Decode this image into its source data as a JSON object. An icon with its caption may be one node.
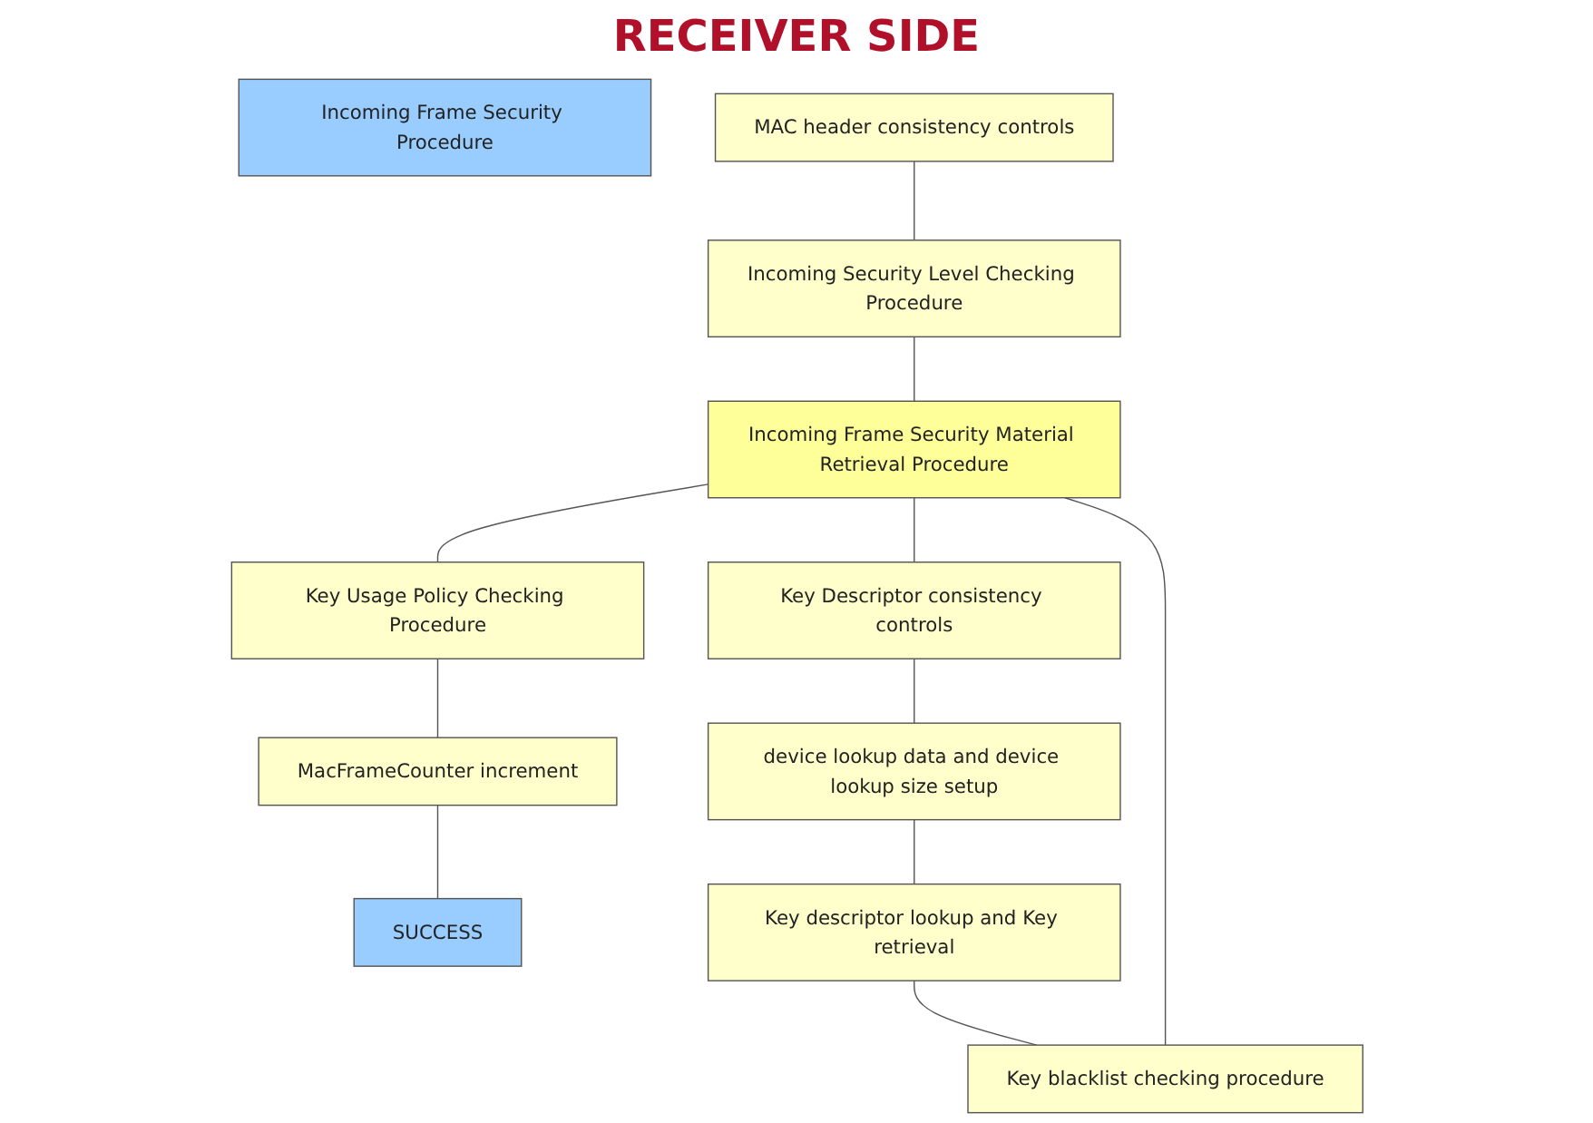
{
  "diagram": {
    "title": "RECEIVER SIDE",
    "nodes": [
      {
        "text": [
          "Incoming Frame Security Procedure"
        ]
      },
      {
        "text": [
          "MAC header consistency controls"
        ]
      },
      {
        "text": [
          "Incoming Security Level Checking Procedure"
        ]
      },
      {
        "text": [
          "Incoming Frame Security Material Retrieval Procedure"
        ]
      },
      {
        "text": [
          "Key Usage Policy Checking Procedure"
        ]
      },
      {
        "text": [
          "MacFrameCounter increment"
        ]
      },
      {
        "text": [
          "SUCCESS"
        ]
      },
      {
        "text": [
          "Key Descriptor consistency controls"
        ]
      },
      {
        "text": [
          "device lookup data and device lookup size setup"
        ]
      },
      {
        "text": [
          "Key descriptor lookup and Key retrieval"
        ]
      },
      {
        "text": [
          "Key blacklist checking procedure"
        ]
      }
    ],
    "edges": [
      {
        "from": 1,
        "to": 2,
        "arrow": "none"
      },
      {
        "from": 2,
        "to": 3,
        "arrow": "none"
      },
      {
        "from": 3,
        "to": 4,
        "arrow": "none"
      },
      {
        "from": 4,
        "to": 5,
        "arrow": "none"
      },
      {
        "from": 5,
        "to": 6,
        "arrow": "none"
      },
      {
        "from": 7,
        "to": 8,
        "arrow": "none"
      },
      {
        "from": 8,
        "to": 9,
        "arrow": "none"
      },
      {
        "from": 9,
        "to": 10,
        "arrow": "none"
      },
      {
        "from": 3,
        "to": 7,
        "arrow": "none"
      },
      {
        "from": 3,
        "to": 10,
        "arrow": "none"
      }
    ]
  }
}
